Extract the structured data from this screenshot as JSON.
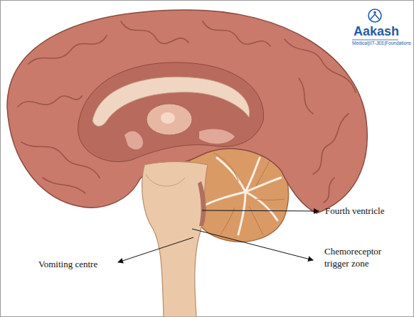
{
  "diagram": {
    "labels": [
      "Fourth ventricle",
      "Vomiting centre",
      "Chemoreceptor trigger zone",
      "Aakash",
      "Medical|IIT-JEE|Foundations"
    ]
  }
}
